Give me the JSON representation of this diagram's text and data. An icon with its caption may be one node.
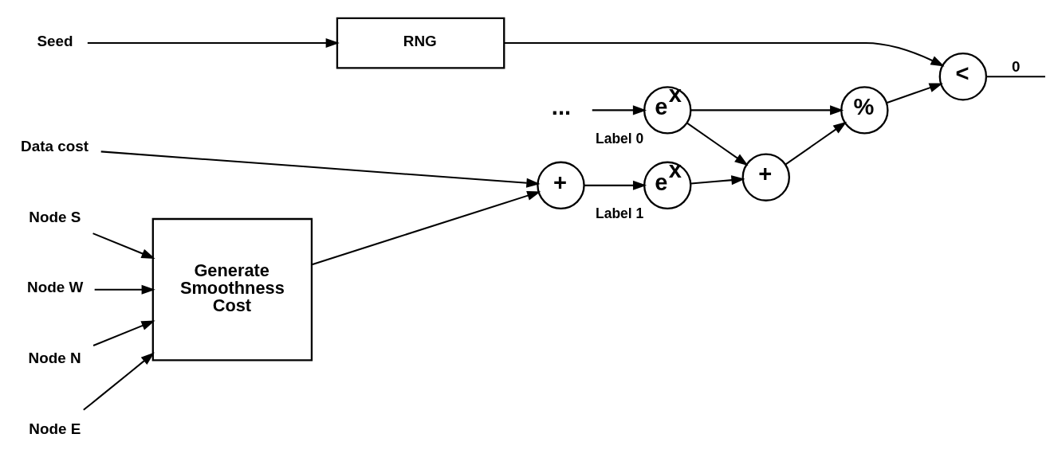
{
  "diagram": {
    "nodes": [
      {
        "text": [
          "Data cost"
        ]
      },
      {
        "text": [
          "Node N"
        ]
      },
      {
        "text": [
          "Node E"
        ]
      },
      {
        "text": [
          "Node S"
        ]
      },
      {
        "text": [
          "Node W"
        ]
      },
      {
        "text": [
          "Seed"
        ]
      },
      {
        "text": [
          "Generate Smoothness Cost"
        ]
      },
      {
        "text": [
          "..."
        ]
      },
      {
        "text": [
          "+"
        ]
      },
      {
        "text": [
          "e$^{x}$"
        ],
        "beside": [
          "Label 0"
        ]
      },
      {
        "text": [
          "e$^{x}$"
        ],
        "beside": [
          "Label 1"
        ]
      },
      {
        "text": [
          "+"
        ]
      },
      {
        "text": [
          "%"
        ]
      },
      {
        "text": [
          "<"
        ]
      },
      {
        "text": [
          "RNG"
        ]
      }
    ],
    "edges": [
      {
        "from": 0,
        "to": 8,
        "arrow": "to"
      },
      {
        "from": 1,
        "to": 6,
        "arrow": "to"
      },
      {
        "from": 2,
        "to": 6,
        "arrow": "to"
      },
      {
        "from": 3,
        "to": 6,
        "arrow": "to"
      },
      {
        "from": 4,
        "to": 6,
        "arrow": "to"
      },
      {
        "from": 6,
        "to": 8,
        "arrow": "to"
      },
      {
        "from": 5,
        "to": 14,
        "arrow": "to"
      },
      {
        "from": 7,
        "to": 9,
        "arrow": "to"
      },
      {
        "from": 8,
        "to": 10,
        "arrow": "to"
      },
      {
        "from": 9,
        "to": 12,
        "arrow": "to"
      },
      {
        "from": 9,
        "to": 11,
        "arrow": "to"
      },
      {
        "from": 10,
        "to": 11,
        "arrow": "to"
      },
      {
        "from": 11,
        "to": 12,
        "arrow": "to"
      },
      {
        "from": 12,
        "to": 13,
        "arrow": "to"
      },
      {
        "from": 14,
        "to": 13,
        "arrow": "to"
      },
      {
        "from": 13,
        "to": null,
        "arrow": "none",
        "label": "0"
      }
    ]
  }
}
